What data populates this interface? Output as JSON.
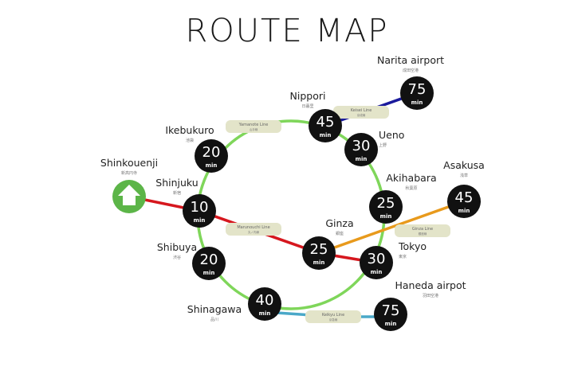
{
  "title": "ROUTE MAP",
  "home": {
    "name": "Shinkouenji",
    "jp": "新高円寺",
    "icon": "home-icon",
    "color": "#5cb548"
  },
  "colors": {
    "yamanote": "#7fd65a",
    "marunouchi": "#d6171e",
    "ginza": "#e89a1c",
    "keisei": "#1a1a9c",
    "keikyu": "#4aa8c8",
    "station": "#111111"
  },
  "stations": [
    {
      "id": "shinjuku",
      "name": "Shinjuku",
      "jp": "新宿",
      "minutes": "10",
      "unit": "min"
    },
    {
      "id": "ikebukuro",
      "name": "Ikebukuro",
      "jp": "池袋",
      "minutes": "20",
      "unit": "min"
    },
    {
      "id": "nippori",
      "name": "Nippori",
      "jp": "日暮里",
      "minutes": "45",
      "unit": "min"
    },
    {
      "id": "ueno",
      "name": "Ueno",
      "jp": "上野",
      "minutes": "30",
      "unit": "min"
    },
    {
      "id": "akihabara",
      "name": "Akihabara",
      "jp": "秋葉原",
      "minutes": "25",
      "unit": "min"
    },
    {
      "id": "tokyo",
      "name": "Tokyo",
      "jp": "東京",
      "minutes": "30",
      "unit": "min"
    },
    {
      "id": "ginza",
      "name": "Ginza",
      "jp": "銀座",
      "minutes": "25",
      "unit": "min"
    },
    {
      "id": "shibuya",
      "name": "Shibuya",
      "jp": "渋谷",
      "minutes": "20",
      "unit": "min"
    },
    {
      "id": "shinagawa",
      "name": "Shinagawa",
      "jp": "品川",
      "minutes": "40",
      "unit": "min"
    },
    {
      "id": "narita",
      "name": "Narita airport",
      "jp": "成田空港",
      "minutes": "75",
      "unit": "min"
    },
    {
      "id": "asakusa",
      "name": "Asakusa",
      "jp": "浅草",
      "minutes": "45",
      "unit": "min"
    },
    {
      "id": "haneda",
      "name": "Haneda airpot",
      "jp": "羽田空港",
      "minutes": "75",
      "unit": "min"
    }
  ],
  "lines": [
    {
      "id": "yamanote",
      "name": "Yamanote Line",
      "jp": "山手線"
    },
    {
      "id": "keisei",
      "name": "Keisei Line",
      "jp": "京成線"
    },
    {
      "id": "marunouchi",
      "name": "Marunouchi Line",
      "jp": "丸ノ内線"
    },
    {
      "id": "ginza",
      "name": "Ginza Line",
      "jp": "銀座線"
    },
    {
      "id": "keikyu",
      "name": "Keikyu Line",
      "jp": "京急線"
    }
  ]
}
